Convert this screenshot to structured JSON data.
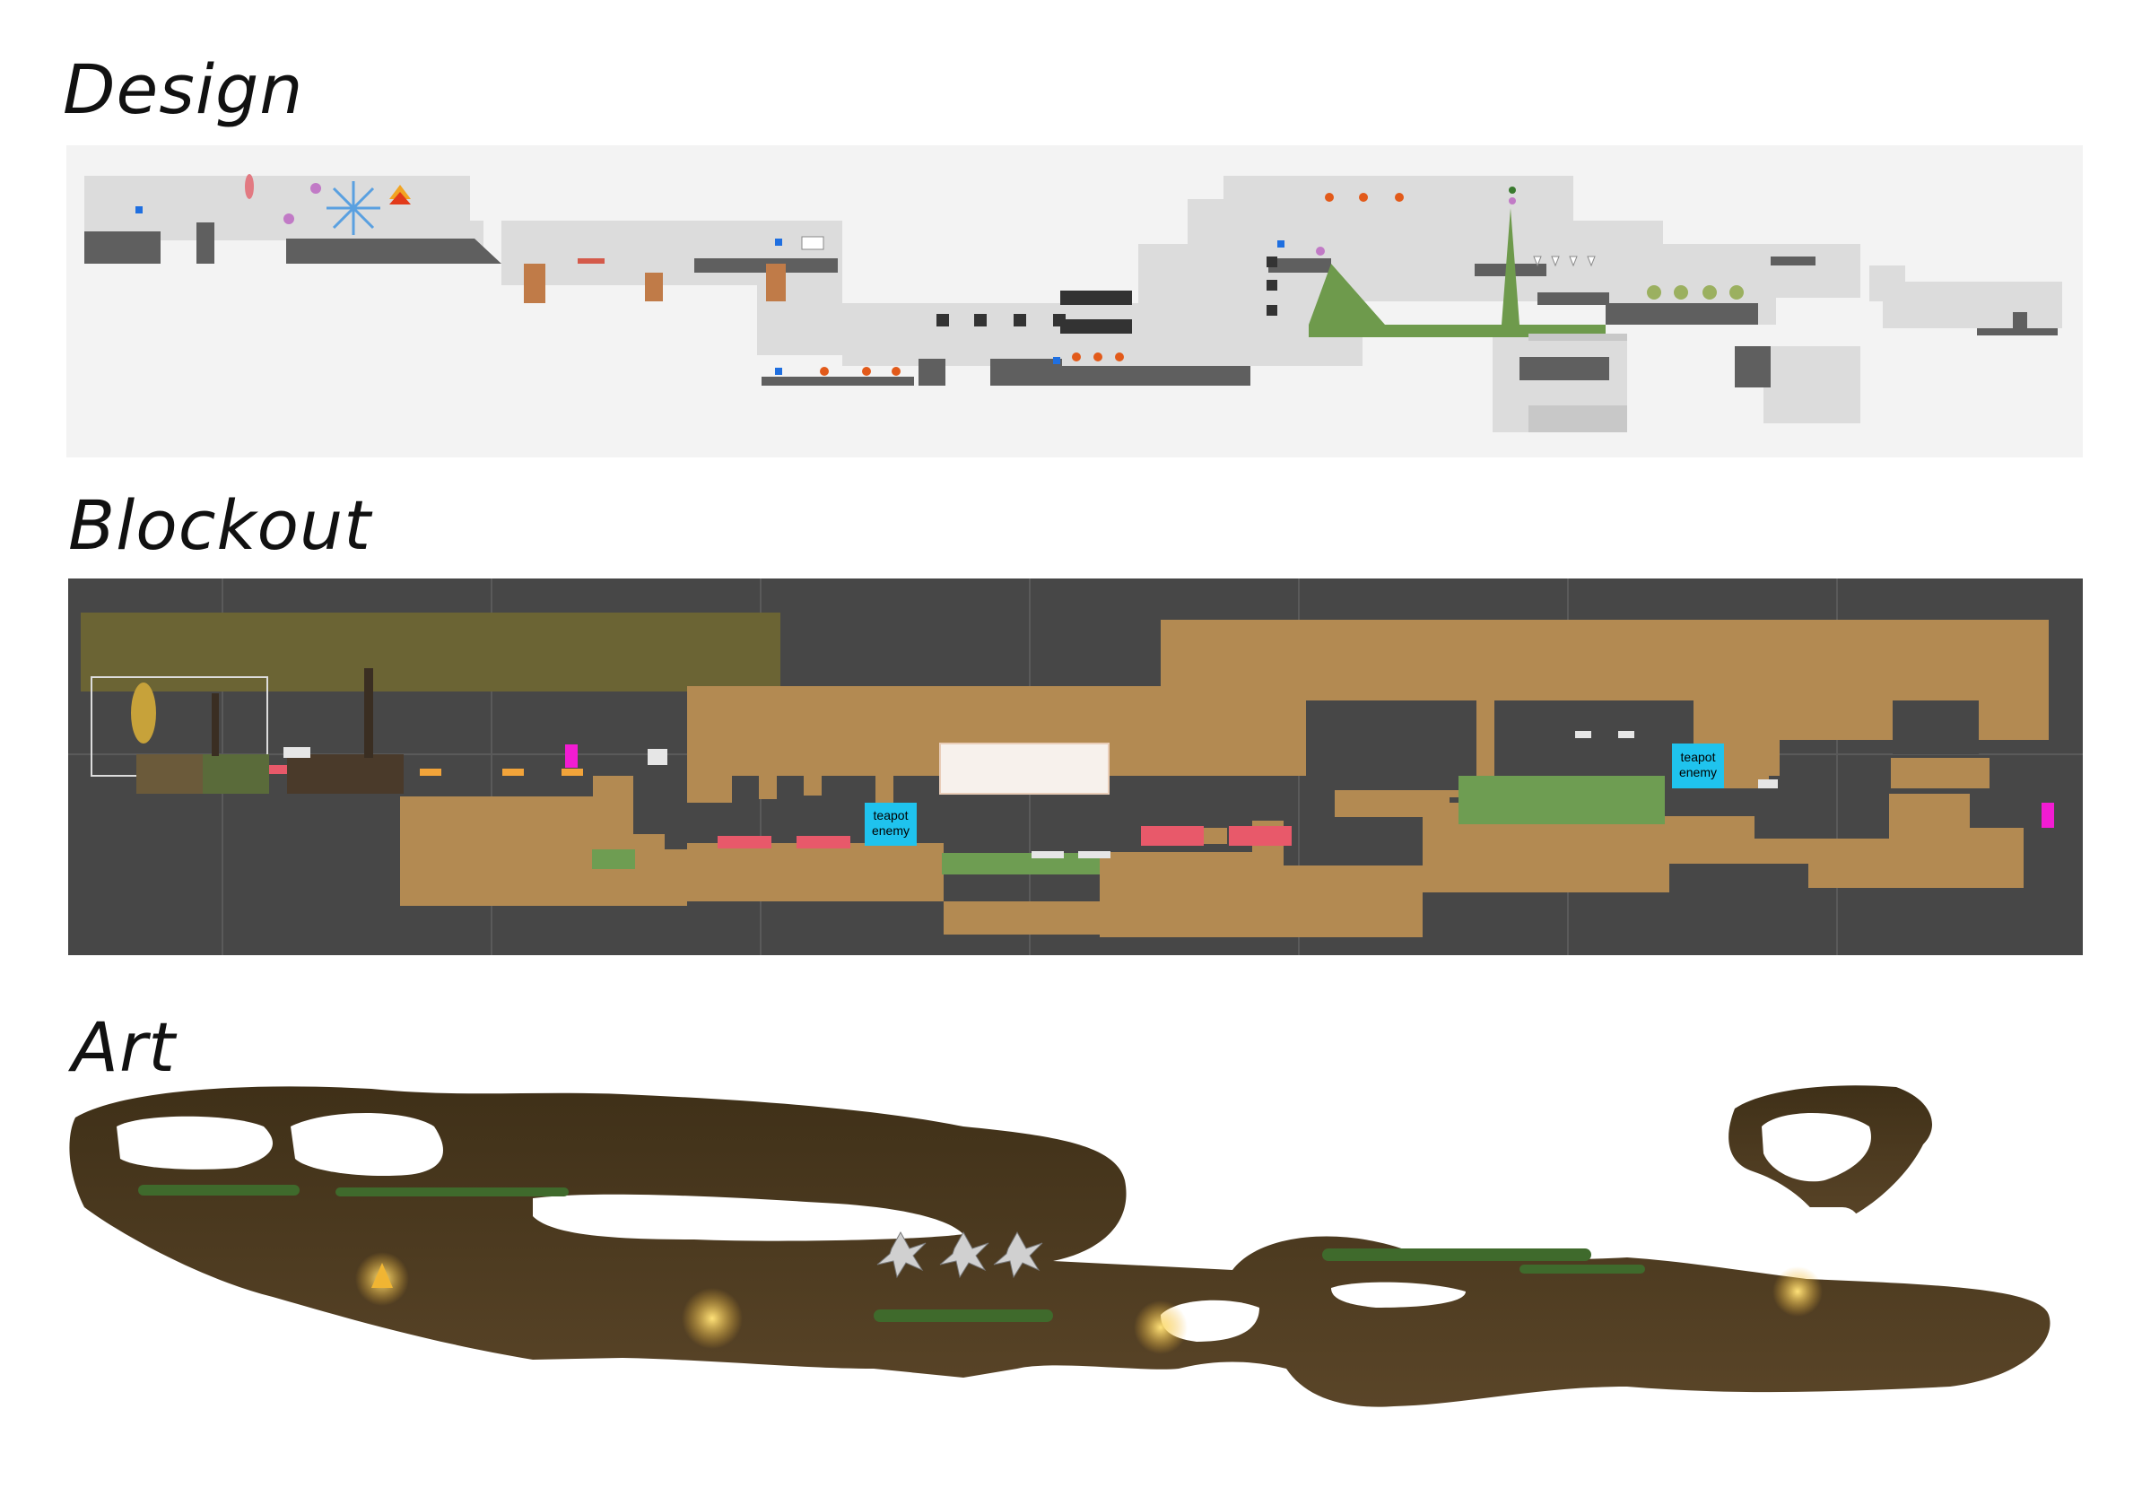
{
  "sections": {
    "design": {
      "title": "Design"
    },
    "blockout": {
      "title": "Blockout"
    },
    "art": {
      "title": "Art"
    }
  },
  "blockout_labels": {
    "teapot_enemy_1": [
      "teapot",
      "enemy"
    ],
    "teapot_enemy_2": [
      "teapot",
      "enemy"
    ]
  },
  "colors": {
    "design_bg": "#f3f3f3",
    "design_room": "#dcdcdc",
    "design_floor": "#5f5f5f",
    "design_grass": "#6e9a4c",
    "blockout_bg": "#474747",
    "blockout_dirt": "#b38a52",
    "blockout_olive": "#6b6434",
    "blockout_grass": "#6e9d52",
    "blockout_lava": "#e8596a",
    "blockout_teapot": "#1fc3ee",
    "blockout_magenta": "#f21cd2",
    "art_rock": "#4b3a22",
    "art_moss": "#3f6a2c",
    "art_glow": "#f0b533"
  }
}
